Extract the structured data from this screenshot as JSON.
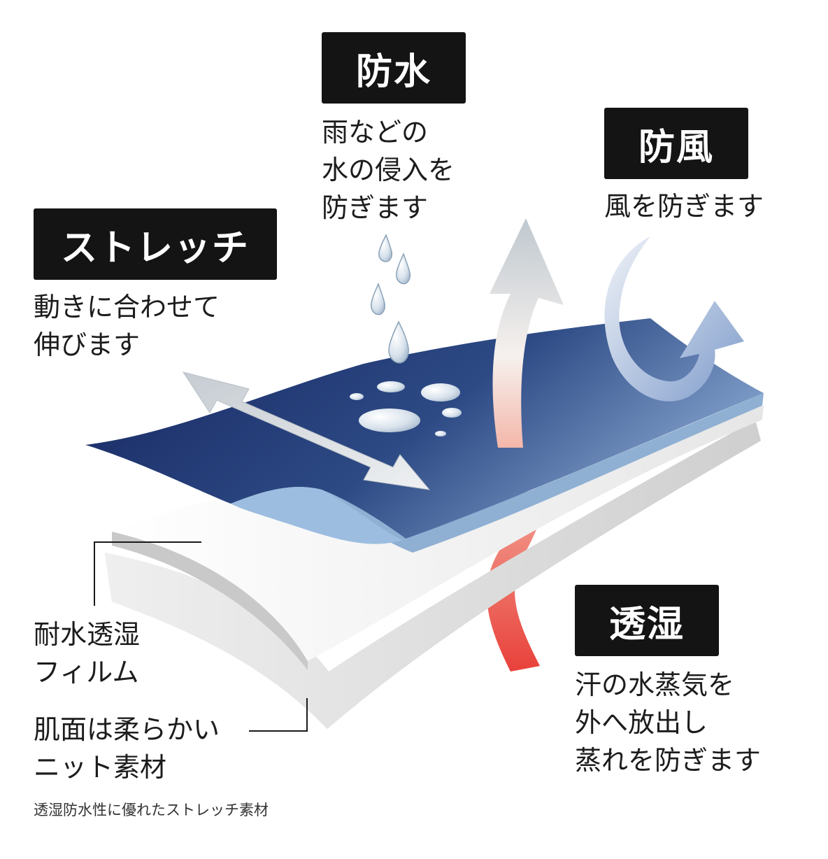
{
  "features": {
    "waterproof": {
      "title": "防水",
      "lines": [
        "雨などの",
        "水の侵入を",
        "防ぎます"
      ]
    },
    "windproof": {
      "title": "防風",
      "lines": [
        "風を防ぎます"
      ]
    },
    "stretch": {
      "title": "ストレッチ",
      "lines": [
        "動きに合わせて",
        "伸びます"
      ]
    },
    "breathable": {
      "title": "透湿",
      "lines": [
        "汗の水蒸気を",
        "外へ放出し",
        "蒸れを防ぎます"
      ]
    }
  },
  "layers": {
    "film": {
      "lines": [
        "耐水透湿",
        "フィルム"
      ]
    },
    "knit": {
      "lines": [
        "肌面は柔らかい",
        "ニット素材"
      ]
    }
  },
  "caption": "透湿防水性に優れたストレッチ素材",
  "colors": {
    "badge": "#141414",
    "outer_fabric": "#1f2f66",
    "film": "#f2f2f2",
    "knit": "#d9d9d9",
    "heat": "#e8413a",
    "wind": "#7f9ccb"
  }
}
